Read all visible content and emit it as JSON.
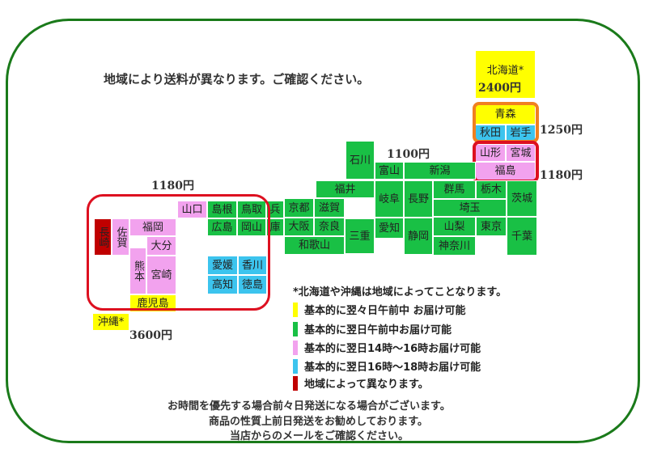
{
  "title": "地域により送料が異なります。ご確認ください。",
  "prices": {
    "hokkaido": "2400円",
    "tohoku_north": "1250円",
    "tohoku_south": "1180円",
    "central": "1100円",
    "west": "1180円",
    "okinawa": "3600円"
  },
  "prefectures": {
    "hokkaido": "北海道*",
    "aomori": "青森",
    "akita": "秋田",
    "iwate": "岩手",
    "yamagata": "山形",
    "miyagi": "宮城",
    "fukushima": "福島",
    "ishikawa": "石川",
    "toyama": "富山",
    "niigata": "新潟",
    "fukui": "福井",
    "gunma": "群馬",
    "tochigi": "栃木",
    "ibaraki": "茨城",
    "yamaguchi": "山口",
    "shimane": "島根",
    "tottori": "鳥取",
    "hyogo": "兵",
    "kyoto": "京都",
    "shiga": "滋賀",
    "gifu": "岐阜",
    "nagano": "長野",
    "saitama": "埼玉",
    "hiroshima": "広島",
    "okayama": "岡山",
    "hyogo2": "庫",
    "osaka": "大阪",
    "nara": "奈良",
    "mie": "三重",
    "aichi": "愛知",
    "shizuoka": "静岡",
    "yamanashi": "山梨",
    "tokyo": "東京",
    "chiba": "千葉",
    "kanagawa": "神奈川",
    "wakayama": "和歌山",
    "nagasaki": "長崎",
    "saga": "佐賀",
    "fukuoka": "福岡",
    "oita": "大分",
    "kumamoto": "熊本",
    "miyazaki": "宮崎",
    "kagoshima": "鹿児島",
    "okinawa": "沖縄*",
    "ehime": "愛媛",
    "kagawa": "香川",
    "kochi": "高知",
    "tokushima": "徳島"
  },
  "note": "*北海道や沖縄は地域によってことなります。",
  "legend": [
    {
      "color": "#ffff00",
      "label": "基本的に翌々日午前中 お届け可能"
    },
    {
      "color": "#19c045",
      "label": "基本的に翌日午前中お届け可能"
    },
    {
      "color": "#f2a2ee",
      "label": "基本的に翌日14時～16時お届け可能"
    },
    {
      "color": "#3cc4ee",
      "label": "基本的に翌日16時～18時お届け可能"
    },
    {
      "color": "#c00000",
      "label": "地域によって異なります。"
    }
  ],
  "footer": [
    "お時間を優先する場合前々日発送になる場合がございます。",
    "商品の性質上前日発送をお勧めしております。",
    "当店からのメールをご確認ください。"
  ],
  "colors": {
    "frame": "#1a7a1a",
    "green": "#19c045",
    "pink": "#f2a2ee",
    "cyan": "#3cc4ee",
    "yellow": "#ffff00",
    "red": "#c00000",
    "orange_outline": "#f08020",
    "red_outline": "#dd1020"
  }
}
